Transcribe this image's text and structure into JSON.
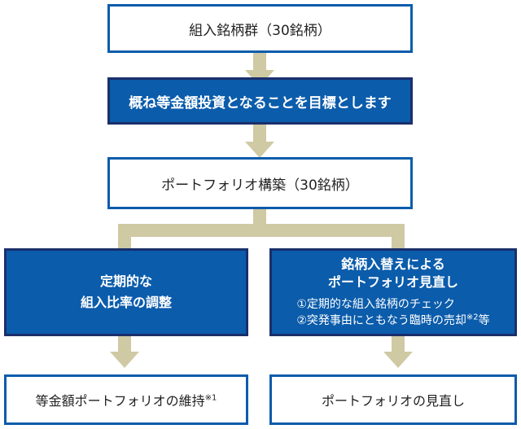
{
  "box1": "組入銘柄群（30銘柄）",
  "box2": "概ね等金額投資となることを目標とします",
  "box3": "ポートフォリオ構築（30銘柄）",
  "box4": {
    "line1": "定期的な",
    "line2": "組入比率の調整"
  },
  "box5": {
    "line1": "銘柄入替えによる",
    "line2": "ポートフォリオ見直し",
    "item1": "①定期的な組入銘柄のチェック",
    "item2": "②突発事由にともなう臨時の売却",
    "item2_note": "※2",
    "item2_tail": "等"
  },
  "box6": {
    "text": "等金額ポートフォリオの維持",
    "note": "※1"
  },
  "box7": "ポートフォリオの見直し",
  "colors": {
    "blue": "#0b5cab",
    "navy": "#1a2f6b",
    "arrow": "#cfc9a4"
  }
}
